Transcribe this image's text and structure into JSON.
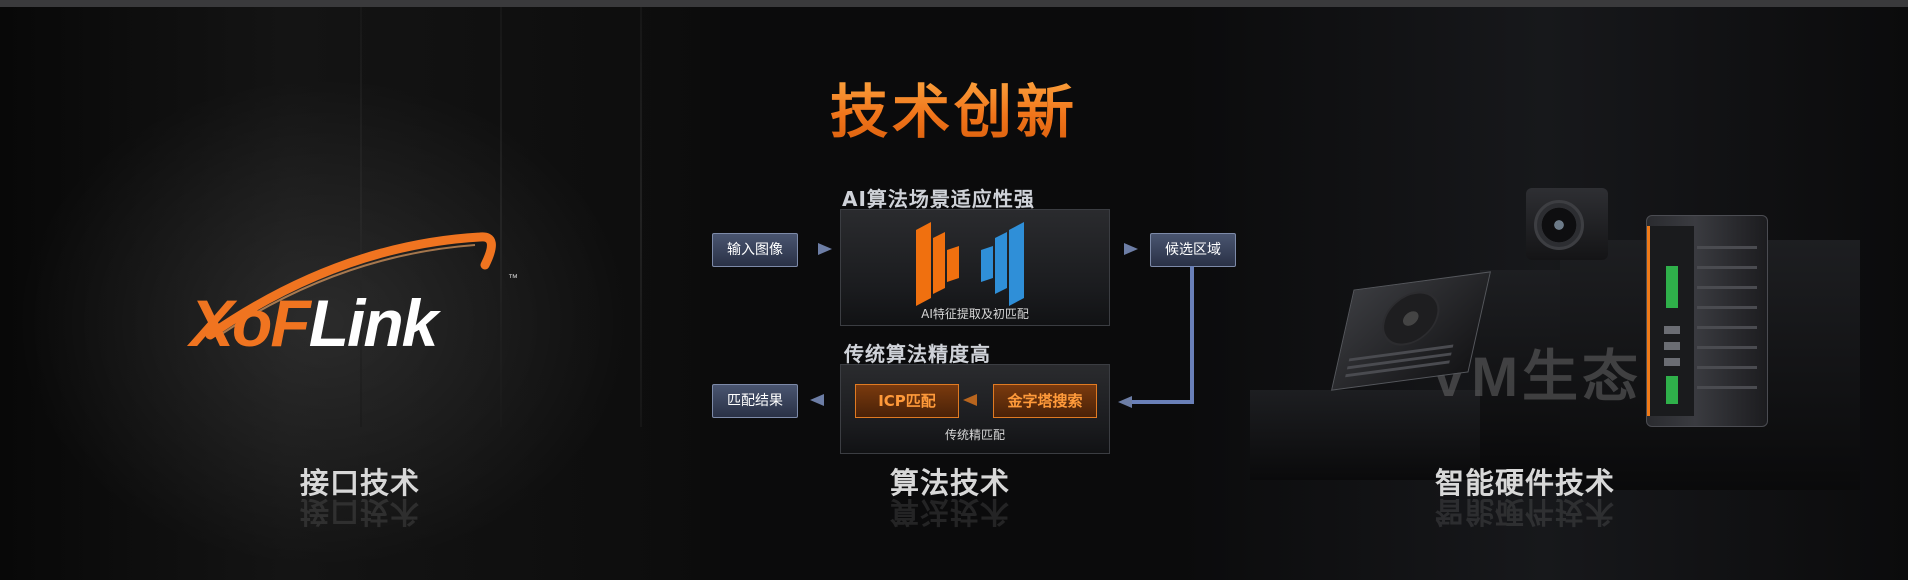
{
  "title": "技术创新",
  "sections": {
    "interface": {
      "caption": "接口技术",
      "logo": {
        "text_x": "X",
        "text_o": "o",
        "text_f": "F",
        "text_link": "Link",
        "tm": "™"
      }
    },
    "algorithm": {
      "caption": "算法技术",
      "ai_heading": "AI算法场景适应性强",
      "ai_note": "AI特征提取及初匹配",
      "traditional_heading": "传统算法精度高",
      "traditional_note": "传统精匹配",
      "input_label": "输入图像",
      "candidate_label": "候选区域",
      "result_label": "匹配结果",
      "icp_label": "ICP匹配",
      "pyramid_label": "金字塔搜索"
    },
    "hardware": {
      "caption": "智能硬件技术",
      "watermark": "VM生态"
    }
  },
  "colors": {
    "accent": "#f07a18",
    "flow_blue": "#6a80b8",
    "icon_orange": "#f0700f",
    "icon_blue": "#2f8fd8"
  }
}
